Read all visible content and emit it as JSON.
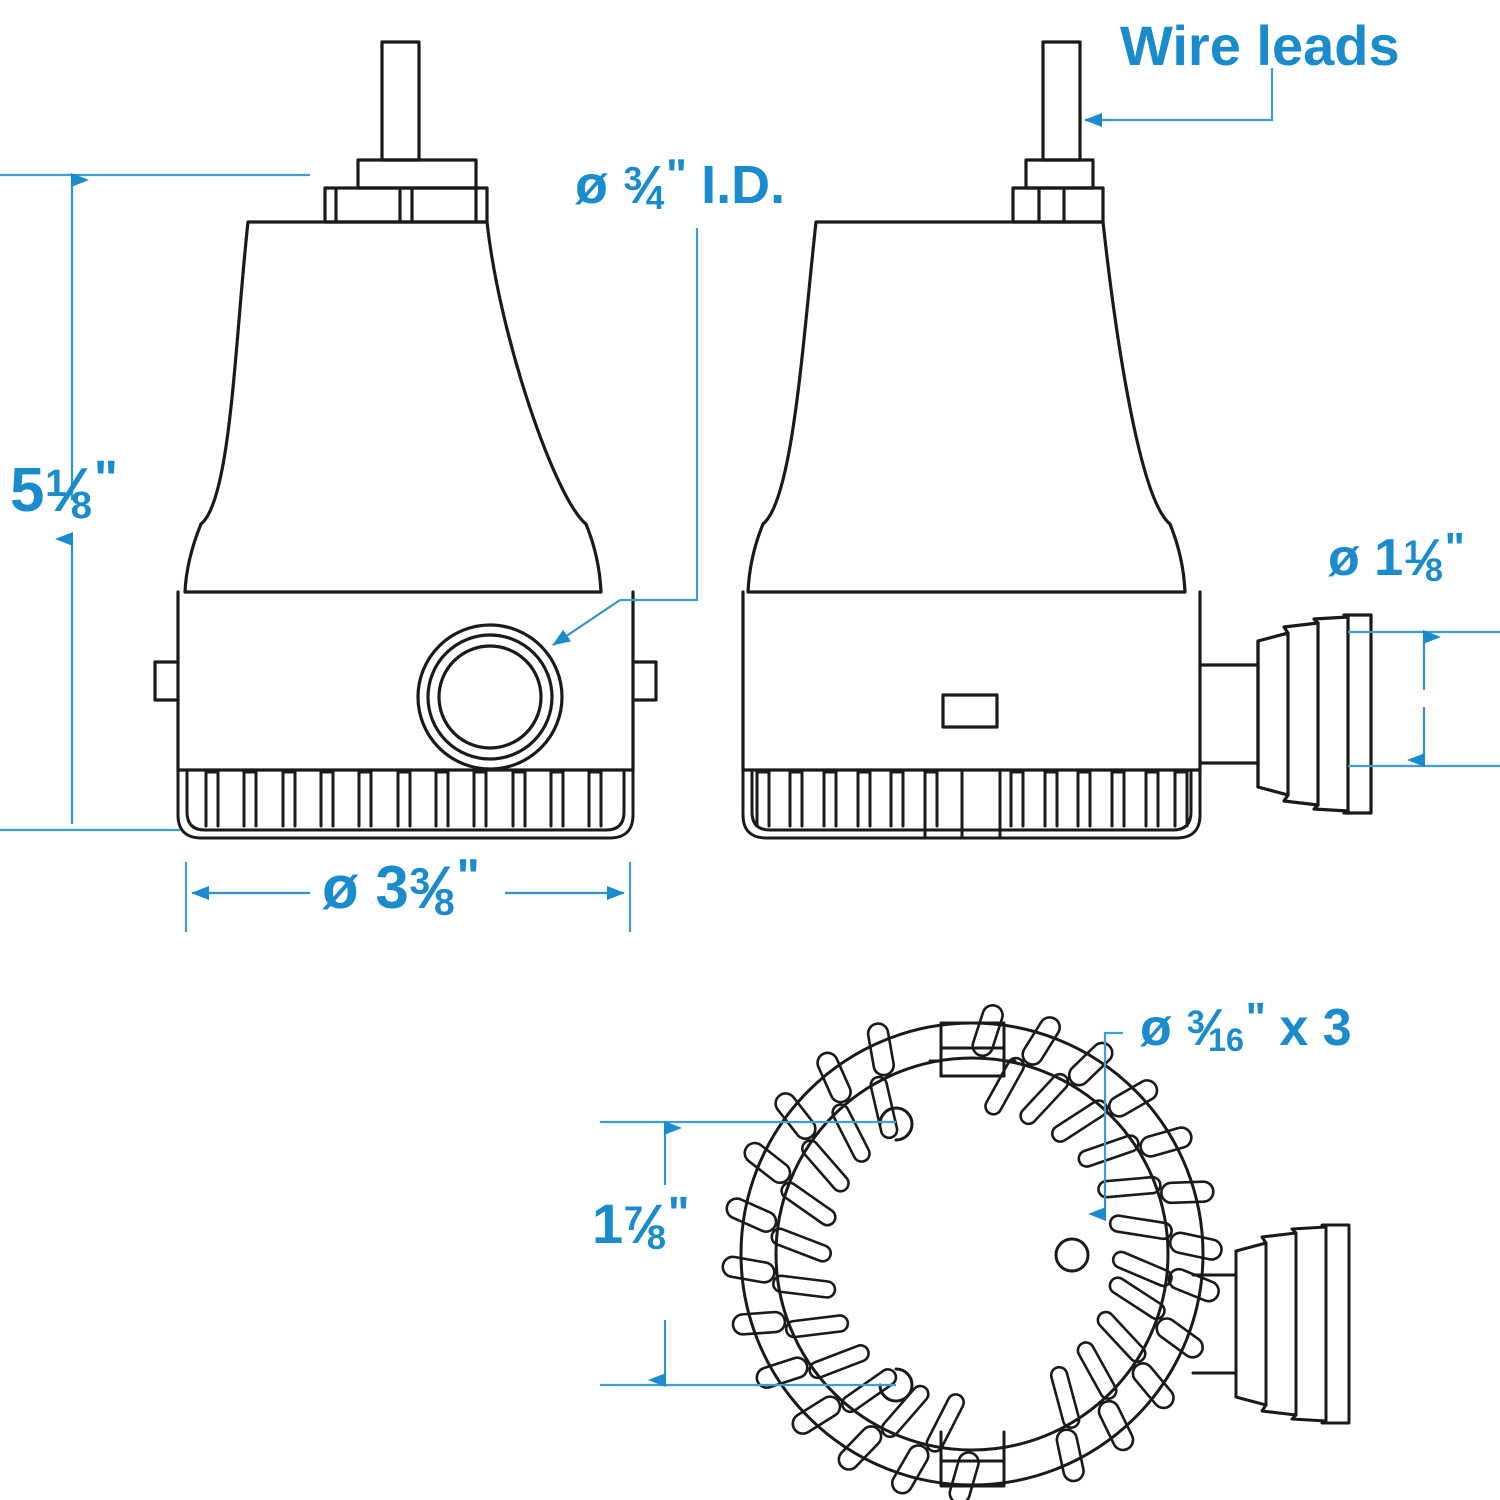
{
  "drawing": {
    "title_text": "",
    "style": {
      "accent_blue": "#1a8ccd",
      "line_black": "#1a1a1a",
      "background": "#ffffff"
    },
    "views": [
      {
        "name": "front-elevation-view",
        "position": "left"
      },
      {
        "name": "side-elevation-view",
        "position": "right"
      },
      {
        "name": "bottom-plan-view",
        "position": "bottom-center"
      }
    ]
  },
  "annotations": {
    "height_dimension": {
      "name": "overall-height-dimension",
      "whole": "5",
      "numerator": "1",
      "slash": "⁄",
      "denominator": "8",
      "inch": "\"",
      "value_text": "5 1/8\"",
      "orientation": "vertical",
      "applies_to": "front-elevation-view"
    },
    "width_dimension": {
      "name": "overall-diameter-dimension",
      "dia_symbol": "ø",
      "whole": "3",
      "numerator": "3",
      "slash": "⁄",
      "denominator": "8",
      "inch": "\"",
      "value_text": "ø 3 3/8\"",
      "orientation": "horizontal",
      "applies_to": "front-elevation-view"
    },
    "outlet_id_callout": {
      "name": "outlet-inside-diameter-callout",
      "dia_symbol": "ø",
      "whole": "",
      "numerator": "3",
      "slash": "⁄",
      "denominator": "4",
      "inch": "\"",
      "suffix": " I.D.",
      "value_text": "ø 3/4\" I.D.",
      "applies_to": "outlet-port-circle"
    },
    "wire_leads_callout": {
      "name": "wire-leads-callout",
      "label": "Wire leads",
      "applies_to": "wire-lead-stem"
    },
    "hose_barb_dimension": {
      "name": "hose-barb-diameter-dimension",
      "dia_symbol": "ø",
      "whole": "1",
      "numerator": "1",
      "slash": "⁄",
      "denominator": "8",
      "inch": "\"",
      "value_text": "ø 1 1/8\"",
      "orientation": "vertical",
      "applies_to": "hose-barb-outlet"
    },
    "mount_hole_callout": {
      "name": "mounting-hole-callout",
      "dia_symbol": "ø",
      "whole": "",
      "numerator": "3",
      "slash": "⁄",
      "denominator": "16",
      "inch": "\"",
      "suffix": " x 3",
      "value_text": "ø 3/16\" x 3",
      "applies_to": "mounting-hole"
    },
    "hole_spacing_dimension": {
      "name": "mounting-hole-spacing-dimension",
      "whole": "1",
      "numerator": "7",
      "slash": "⁄",
      "denominator": "8",
      "inch": "\"",
      "value_text": "1 7/8\"",
      "orientation": "vertical",
      "applies_to": "bottom-plan-view"
    }
  }
}
